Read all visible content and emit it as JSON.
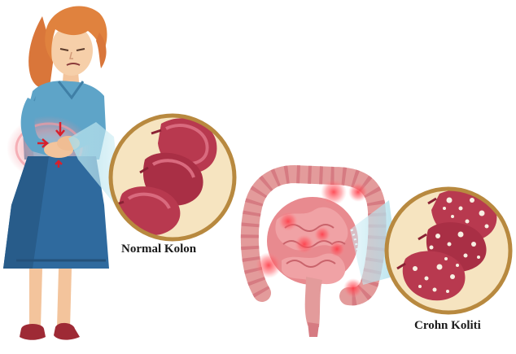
{
  "labels": {
    "normal_colon": "Normal Kolon",
    "crohn_colitis": "Crohn Koliti"
  },
  "figures": {
    "woman": "woman-holding-abdomen-illustration",
    "normal_colon_zoom": "normal-colon-magnified",
    "intestines": "inflamed-intestines-illustration",
    "crohn_zoom": "crohn-colitis-magnified"
  },
  "colors": {
    "skin": "#f6cfa9",
    "hair": "#e0823e",
    "shirt": "#5ea4c8",
    "skirt": "#2f6a9e",
    "shoes": "#9e2a35",
    "colon_tissue": "#b8394f",
    "inflammation": "#f2303c",
    "zoom_frame": "#b8893f",
    "zoom_bg": "#f5dfb6",
    "lens_beam": "#b9e3ee"
  }
}
